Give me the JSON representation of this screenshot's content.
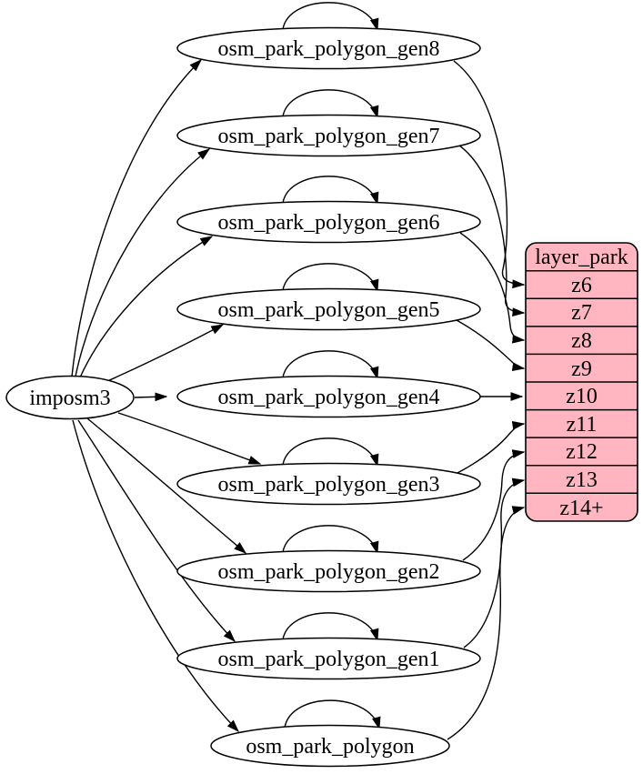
{
  "diagram": {
    "type": "etl-mapping-graph",
    "background": "#ffffff",
    "stroke_color": "#000000",
    "source": {
      "label": "imposm3"
    },
    "tables": [
      {
        "label": "osm_park_polygon_gen8",
        "target": "z6",
        "self_loop": true
      },
      {
        "label": "osm_park_polygon_gen7",
        "target": "z7",
        "self_loop": true
      },
      {
        "label": "osm_park_polygon_gen6",
        "target": "z8",
        "self_loop": true
      },
      {
        "label": "osm_park_polygon_gen5",
        "target": "z9",
        "self_loop": true
      },
      {
        "label": "osm_park_polygon_gen4",
        "target": "z10",
        "self_loop": true
      },
      {
        "label": "osm_park_polygon_gen3",
        "target": "z11",
        "self_loop": true
      },
      {
        "label": "osm_park_polygon_gen2",
        "target": "z12",
        "self_loop": true
      },
      {
        "label": "osm_park_polygon_gen1",
        "target": "z13",
        "self_loop": true
      },
      {
        "label": "osm_park_polygon",
        "target": "z14+",
        "self_loop": true
      }
    ],
    "layer": {
      "title": "layer_park",
      "fill": "#FFB6C1",
      "rows": [
        {
          "label": "z6"
        },
        {
          "label": "z7"
        },
        {
          "label": "z8"
        },
        {
          "label": "z9"
        },
        {
          "label": "z10"
        },
        {
          "label": "z11"
        },
        {
          "label": "z12"
        },
        {
          "label": "z13"
        },
        {
          "label": "z14+"
        }
      ]
    }
  }
}
